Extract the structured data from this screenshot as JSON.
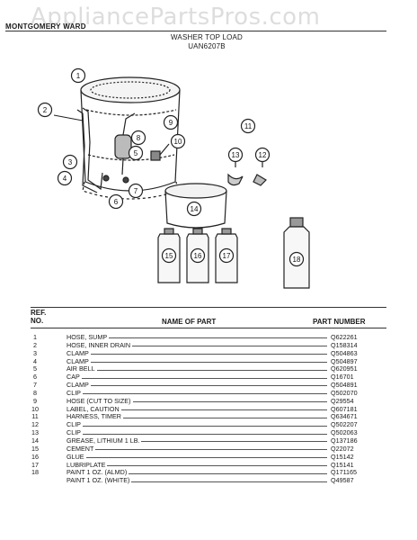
{
  "watermark": "AppliancePartsPros.com",
  "header": {
    "brand": "MONTGOMERY WARD",
    "title": "WASHER TOP LOAD",
    "model": "UAN6207B"
  },
  "callouts": [
    "1",
    "2",
    "3",
    "4",
    "5",
    "6",
    "7",
    "8",
    "9",
    "10",
    "11",
    "12",
    "13",
    "14",
    "15",
    "16",
    "17",
    "18"
  ],
  "table": {
    "col_ref": "REF.",
    "col_no": "NO.",
    "col_name": "NAME OF PART",
    "col_part": "PART NUMBER",
    "rows": [
      {
        "ref": "1",
        "name": "HOSE, SUMP",
        "part": "Q622261"
      },
      {
        "ref": "2",
        "name": "HOSE, INNER DRAIN",
        "part": "Q158314"
      },
      {
        "ref": "3",
        "name": "CLAMP",
        "part": "Q504863"
      },
      {
        "ref": "4",
        "name": "CLAMP",
        "part": "Q504897"
      },
      {
        "ref": "5",
        "name": "AIR BELL",
        "part": "Q620951"
      },
      {
        "ref": "6",
        "name": "CAP",
        "part": "Q16701"
      },
      {
        "ref": "7",
        "name": "CLAMP",
        "part": "Q504891"
      },
      {
        "ref": "8",
        "name": "CLIP",
        "part": "Q502070"
      },
      {
        "ref": "9",
        "name": "HOSE (CUT TO SIZE)",
        "part": "Q29554"
      },
      {
        "ref": "10",
        "name": "LABEL, CAUTION",
        "part": "Q607181"
      },
      {
        "ref": "11",
        "name": "HARNESS, TIMER",
        "part": "Q634671"
      },
      {
        "ref": "12",
        "name": "CLIP",
        "part": "Q502207"
      },
      {
        "ref": "13",
        "name": "CLIP",
        "part": "Q502063"
      },
      {
        "ref": "14",
        "name": "GREASE, LITHIUM  1 LB.",
        "part": "Q137186"
      },
      {
        "ref": "15",
        "name": "CEMENT",
        "part": "Q22072"
      },
      {
        "ref": "16",
        "name": "GLUE",
        "part": "Q15142"
      },
      {
        "ref": "17",
        "name": "LUBRIPLATE",
        "part": "Q15141"
      },
      {
        "ref": "18",
        "name": "PAINT 1 OZ. (ALMD)",
        "part": "Q171165"
      },
      {
        "ref": "",
        "name": "PAINT 1 OZ. (WHITE)",
        "part": "Q49587"
      }
    ]
  }
}
